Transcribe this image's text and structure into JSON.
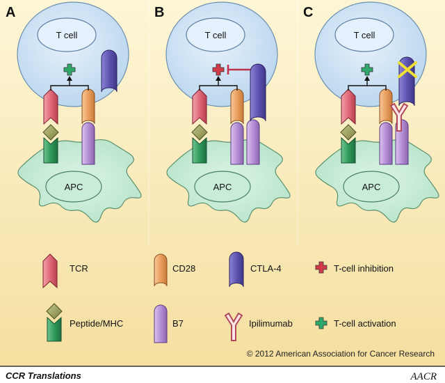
{
  "panels": [
    {
      "letter": "A",
      "tcell_label": "T cell",
      "apc_label": "APC",
      "signal": "activation",
      "ctla4_bound": false,
      "blocked": false
    },
    {
      "letter": "B",
      "tcell_label": "T cell",
      "apc_label": "APC",
      "signal": "inhibition",
      "ctla4_bound": true,
      "blocked": false
    },
    {
      "letter": "C",
      "tcell_label": "T cell",
      "apc_label": "APC",
      "signal": "activation",
      "ctla4_bound": false,
      "blocked": true
    }
  ],
  "legend": {
    "tcr": "TCR",
    "cd28": "CD28",
    "ctla4": "CTLA-4",
    "inhibition": "T-cell inhibition",
    "peptide_mhc": "Peptide/MHC",
    "b7": "B7",
    "ipilimumab": "Ipilimumab",
    "activation": "T-cell activation"
  },
  "copyright": "© 2012 American Association for Cancer Research",
  "footer": {
    "title": "CCR Translations",
    "logo": "AACR"
  },
  "colors": {
    "background_top": "#fdf6d6",
    "background_bottom": "#f5dfa0",
    "tcell": "#cfe3f5",
    "tcell_nucleus": "#e4f0fb",
    "apc": "#c9ecd9",
    "tcr": "#e06a78",
    "cd28": "#eaa060",
    "ctla4": "#5f55b3",
    "b7": "#b58fd6",
    "mhc": "#2f9a5a",
    "peptide": "#9aa05a",
    "ipilimumab": "#b04a5a",
    "activation": "#2fa86a",
    "inhibition": "#d23a4a",
    "block_x": "#f0e030"
  }
}
